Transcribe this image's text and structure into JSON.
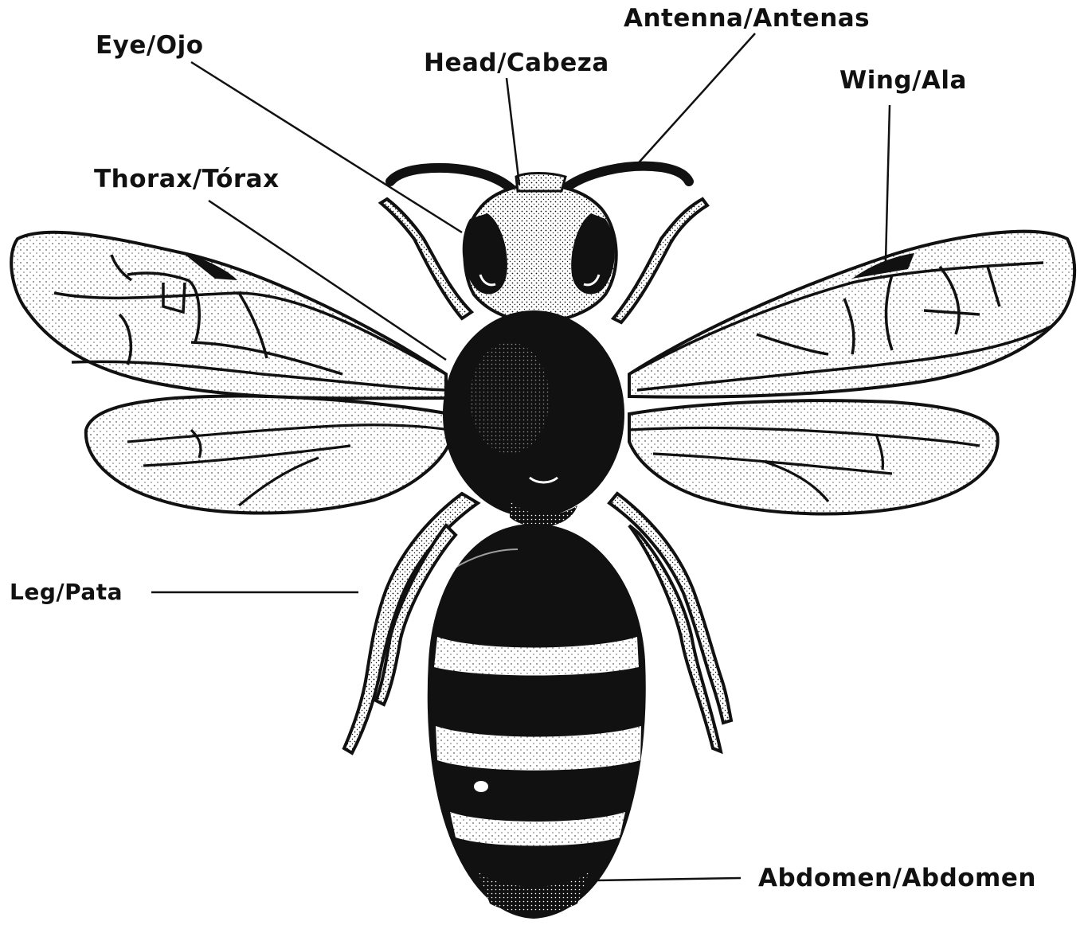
{
  "labels": {
    "eye": "Eye/Ojo",
    "head": "Head/Cabeza",
    "antenna": "Antenna/Antenas",
    "wing": "Wing/Ala",
    "thorax": "Thorax/Tórax",
    "leg": "Leg/Pata",
    "abdomen": "Abdomen/Abdomen"
  },
  "colors": {
    "ink": "#111111",
    "paper": "#ffffff"
  }
}
